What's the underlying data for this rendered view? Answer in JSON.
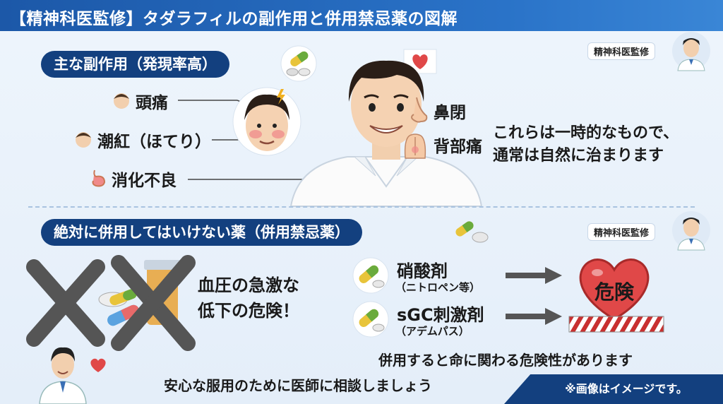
{
  "header": {
    "title": "【精神科医監修】タダラフィルの副作用と併用禁忌薬の図解"
  },
  "badges": {
    "supervisor": "精神科医監修"
  },
  "section1": {
    "heading": "主な副作用（発現率高）",
    "effects": {
      "headache": "頭痛",
      "flushing": "潮紅（ほてり）",
      "indigestion": "消化不良",
      "nasal": "鼻閉",
      "backpain": "背部痛"
    },
    "note_line1": "これらは一時的なもので、",
    "note_line2": "通常は自然に治まります"
  },
  "section2": {
    "heading": "絶対に併用してはいけない薬（併用禁忌薬）",
    "bp_line1": "血圧の急激な",
    "bp_line2": "低下の危険！",
    "drug1_name": "硝酸剤",
    "drug1_sub": "（ニトロペン等）",
    "drug2_name": "sGC刺激剤",
    "drug2_sub": "（アデムパス）",
    "danger": "危険",
    "warning": "併用すると命に関わる危険性があります",
    "advice": "安心な服用のために医師に相談しましょう"
  },
  "footer": {
    "disclaimer": "※画像はイメージです。"
  },
  "colors": {
    "primary": "#13407f",
    "header": "#2a73c8",
    "danger": "#e04848",
    "cross": "#555555",
    "pill_yellow": "#e8c43a",
    "pill_green": "#6aab3c"
  }
}
